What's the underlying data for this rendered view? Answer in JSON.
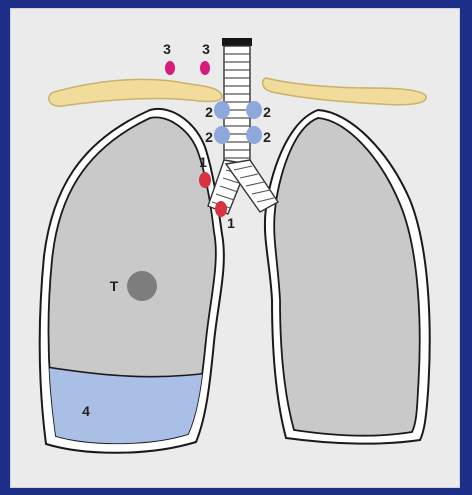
{
  "labels": {
    "lymph_node_3": "3",
    "lymph_node_2": "2",
    "lymph_node_1": "1",
    "tumor": "T",
    "effusion": "4"
  },
  "colors": {
    "background": "#1d2e88",
    "panel": "#ebebeb",
    "lung_fill": "#c9c9c9",
    "clavicle": "#f1dc9c",
    "node_1": "#d8333f",
    "node_2": "#8ea8dc",
    "node_3": "#d81b7a",
    "tumor": "#7d7d7d",
    "effusion": "#a9bfe6"
  }
}
